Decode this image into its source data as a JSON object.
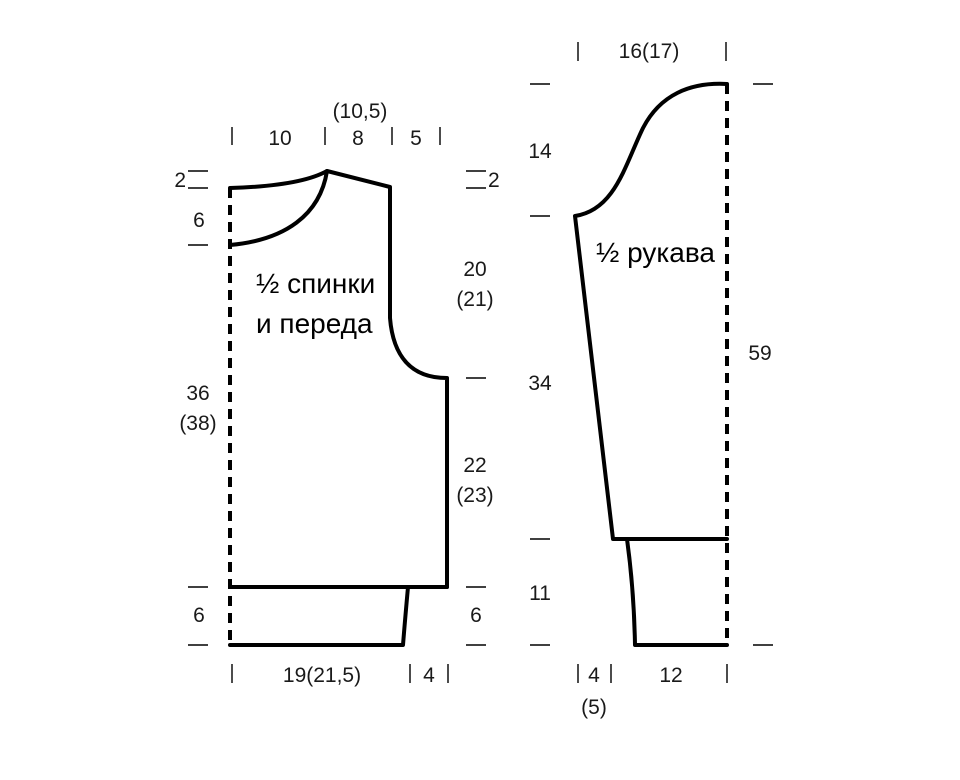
{
  "diagram": {
    "body_piece": {
      "label_line1": "½ спинки",
      "label_line2": "и переда",
      "dims": {
        "top_left": "10",
        "top_mid": "8",
        "top_mid_alt": "(10,5)",
        "top_right": "5",
        "neck_drop_left": "2",
        "neck_drop_right": "2",
        "neck_depth": "6",
        "side_main": "36",
        "side_main_alt": "(38)",
        "armhole": "20",
        "armhole_alt": "(21)",
        "side_lower": "22",
        "side_lower_alt": "(23)",
        "band_left": "6",
        "band_right": "6",
        "bottom_width": "19(21,5)",
        "bottom_right": "4"
      }
    },
    "sleeve_piece": {
      "label": "½ рукава",
      "dims": {
        "top_width": "16(17)",
        "cap_height": "14",
        "sleeve_length": "34",
        "cuff_height": "11",
        "total_height": "59",
        "bottom_left": "4",
        "bottom_left_alt": "(5)",
        "bottom_right": "12"
      }
    }
  }
}
